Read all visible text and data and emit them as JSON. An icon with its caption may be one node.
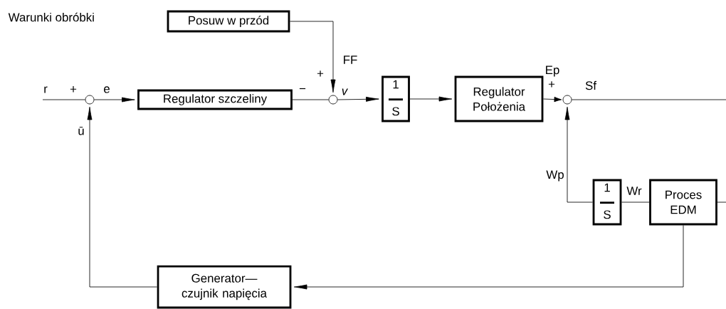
{
  "diagram": {
    "nodes": [
      {
        "text": [],
        "shape": "circle"
      },
      {
        "text": [
          "Regulator szczeliny"
        ]
      },
      {
        "text": [],
        "shape": "circle"
      },
      {
        "text": [
          "Posuw w przód"
        ]
      },
      {
        "text": [
          "1",
          "S"
        ]
      },
      {
        "text": [
          "Regulator Położenia"
        ]
      },
      {
        "text": [],
        "shape": "circle"
      },
      {
        "text": [
          "1",
          "S"
        ]
      },
      {
        "text": [
          "Proces EDM"
        ]
      },
      {
        "text": [
          "Generator— czujnik napięcia"
        ]
      }
    ],
    "edges": [
      {
        "from": null,
        "to": 0,
        "arrow": "none",
        "label": "r"
      },
      {
        "from": 0,
        "to": 1,
        "arrow": "to",
        "label": "e"
      },
      {
        "from": 1,
        "to": 2,
        "arrow": "none"
      },
      {
        "from": 3,
        "to": 2,
        "arrow": "to",
        "label": "FF"
      },
      {
        "from": 2,
        "to": 4,
        "arrow": "to",
        "label": "v"
      },
      {
        "from": 4,
        "to": 5,
        "arrow": "to"
      },
      {
        "from": 5,
        "to": 6,
        "arrow": "to",
        "label": "Ep"
      },
      {
        "from": 6,
        "to": null,
        "arrow": "none",
        "label": "Sf"
      },
      {
        "from": 7,
        "to": 6,
        "arrow": "to",
        "label": "Wp"
      },
      {
        "from": 8,
        "to": 7,
        "arrow": "none",
        "label": "Wr"
      },
      {
        "from": 8,
        "to": null,
        "arrow": "none"
      },
      {
        "from": 8,
        "to": 9,
        "arrow": "to"
      },
      {
        "from": 9,
        "to": 0,
        "arrow": "to",
        "label": "ū"
      }
    ],
    "labels": [
      "Warunki obróbki",
      "+",
      "−",
      "+",
      "+"
    ]
  }
}
